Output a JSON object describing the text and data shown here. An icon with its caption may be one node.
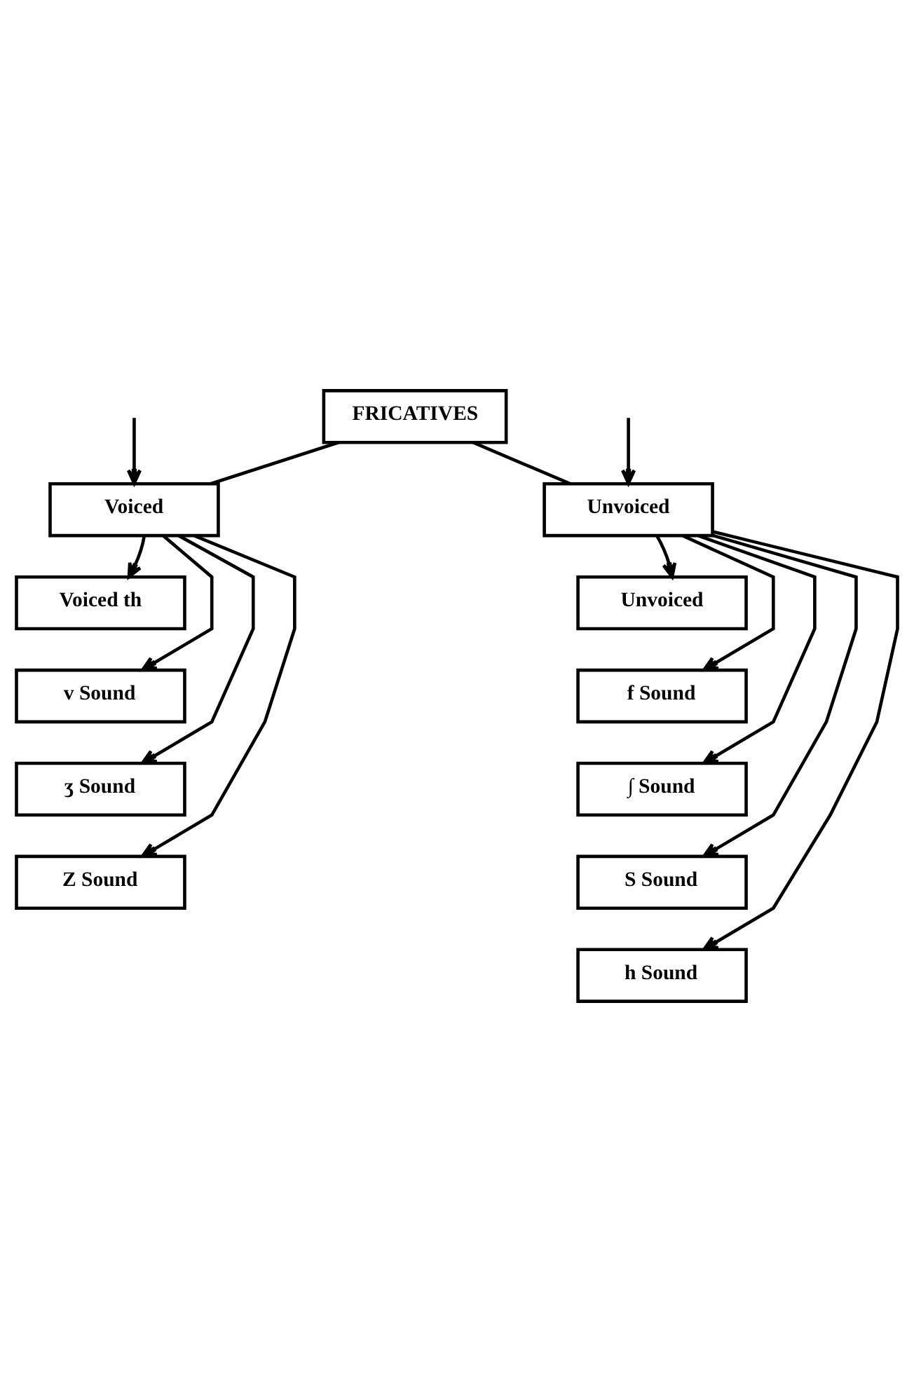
{
  "diagram": {
    "nodes": [
      {
        "text": [
          "FRICATIVES"
        ]
      },
      {
        "text": [
          "Voiced"
        ]
      },
      {
        "text": [
          "Unvoiced"
        ]
      },
      {
        "text": [
          "Voiced th"
        ]
      },
      {
        "text": [
          "Unvoiced"
        ]
      },
      {
        "text": [
          "v Sound"
        ]
      },
      {
        "text": [
          "f Sound"
        ]
      },
      {
        "text": [
          "ʒ Sound"
        ]
      },
      {
        "text": [
          "∫ Sound"
        ]
      },
      {
        "text": [
          "Z Sound"
        ]
      },
      {
        "text": [
          "S Sound"
        ]
      },
      {
        "text": [
          "h Sound"
        ]
      }
    ],
    "edges": [
      {
        "from": 0,
        "to": 1,
        "arrow": "none"
      },
      {
        "from": 0,
        "to": 2,
        "arrow": "none"
      },
      {
        "from": null,
        "to": 1,
        "arrow": "to"
      },
      {
        "from": 1,
        "to": 3,
        "arrow": "to"
      },
      {
        "from": 1,
        "to": 5,
        "arrow": "to"
      },
      {
        "from": 1,
        "to": 7,
        "arrow": "to"
      },
      {
        "from": 1,
        "to": 9,
        "arrow": "to"
      },
      {
        "from": null,
        "to": 2,
        "arrow": "to"
      },
      {
        "from": 2,
        "to": 4,
        "arrow": "to"
      },
      {
        "from": 2,
        "to": 6,
        "arrow": "to"
      },
      {
        "from": 2,
        "to": 8,
        "arrow": "to"
      },
      {
        "from": 2,
        "to": 10,
        "arrow": "to"
      },
      {
        "from": 2,
        "to": 11,
        "arrow": "to"
      }
    ]
  }
}
